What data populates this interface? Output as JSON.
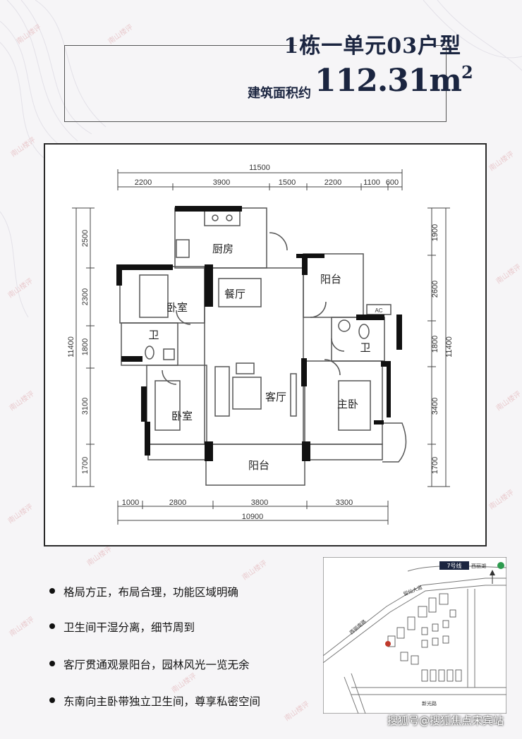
{
  "header": {
    "unit_title": "1栋一单元03户型",
    "area_label": "建筑面积约",
    "area_value": "112.31m",
    "area_unit_sup": "2"
  },
  "plan": {
    "top_total": "11500",
    "top_segments": [
      "2200",
      "3900",
      "1500",
      "2200",
      "1100",
      "600"
    ],
    "bottom_segments": [
      "1000",
      "2800",
      "3800",
      "3300"
    ],
    "bottom_total": "10900",
    "left_segments": [
      "2500",
      "2300",
      "1800",
      "3100",
      "1700"
    ],
    "left_total": "11400",
    "right_segments": [
      "1900",
      "2600",
      "1800",
      "3400",
      "1700"
    ],
    "right_total": "11400",
    "rooms": {
      "kitchen": "厨房",
      "dining": "餐厅",
      "bedroom_1": "卧室",
      "bath_1": "卫",
      "bedroom_2": "卧室",
      "living": "客厅",
      "balcony_top": "阳台",
      "bath_2": "卫",
      "master": "主卧",
      "balcony_bottom": "阳台"
    },
    "ac_label": "AC"
  },
  "features": [
    "格局方正，布局合理，功能区域明确",
    "卫生间干湿分离，细节周到",
    "客厅贯通观景阳台，园林风光一览无余",
    "东南向主卧带独立卫生间，尊享私密空间"
  ],
  "map": {
    "metro_label": "7号线",
    "station_label": "西丽湖",
    "road_labels": [
      "留仙大道",
      "西丽南路",
      "新光路"
    ]
  },
  "watermark_text": "南山楼评",
  "footer_text": "搜狐号@搜狐焦点宋宾站",
  "colors": {
    "title": "#1b2540",
    "wall": "#111111",
    "watermark": "#e7c4c8",
    "map_marker": "#c0392b"
  }
}
